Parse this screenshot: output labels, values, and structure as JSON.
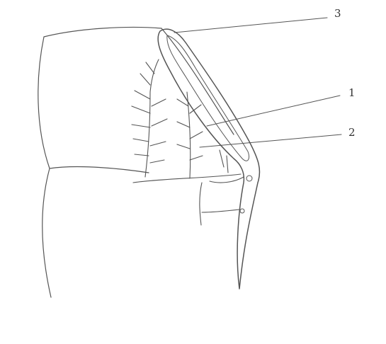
{
  "figure": {
    "labels": [
      {
        "id": "label-1",
        "text": "1"
      },
      {
        "id": "label-2",
        "text": "2"
      },
      {
        "id": "label-3",
        "text": "3"
      }
    ]
  },
  "colors": {
    "ink": "#555555",
    "background": "#ffffff"
  }
}
